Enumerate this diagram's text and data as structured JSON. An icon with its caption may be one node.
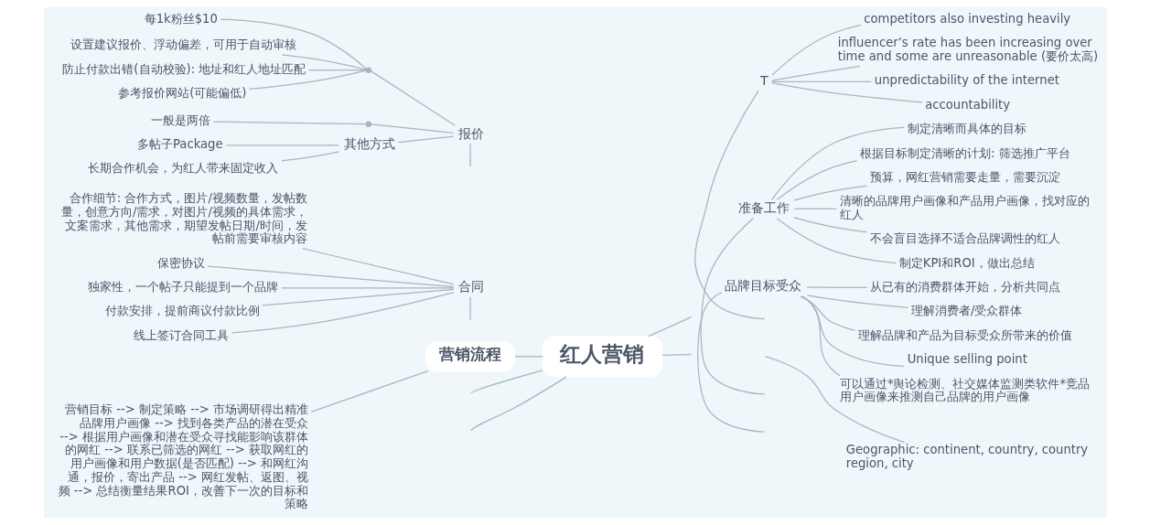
{
  "diagram": {
    "nodes": [
      {
        "text": [
          "每1k粉丝$10"
        ]
      },
      {
        "text": [
          "设置建议报价、浮动偏差，可用于自动审核"
        ]
      },
      {
        "text": [
          "防止付款出错(自动校验): 地址和红人地址匹配"
        ]
      },
      {
        "text": [
          "参考报价网站(可能偏低)"
        ]
      },
      {
        "text": [],
        "shape": "point"
      },
      {
        "text": [
          "一般是两倍"
        ]
      },
      {
        "text": [],
        "shape": "point"
      },
      {
        "text": [
          "多帖子Package"
        ]
      },
      {
        "text": [
          "长期合作机会，为红人带来固定收入"
        ]
      },
      {
        "text": [
          "其他方式"
        ]
      },
      {
        "text": [
          "报价"
        ]
      },
      {
        "text": [
          "合作细节: 合作方式，图片/视频数量，发帖数量，创意方向/需求，对图片/视频的具体需求，文案需求，其他需求，期望发帖日期/时间，发帖前需要审核内容"
        ]
      },
      {
        "text": [
          "保密协议"
        ]
      },
      {
        "text": [
          "独家性，一个帖子只能提到一个品牌"
        ]
      },
      {
        "text": [
          "付款安排，提前商议付款比例"
        ]
      },
      {
        "text": [
          "线上签订合同工具"
        ]
      },
      {
        "text": [
          "合同"
        ]
      },
      {
        "text": [
          "营销目标 --> 制定策略 --> 市场调研得出精准品牌用户画像 --> 找到各类产品的潜在受众 --> 根据用户画像和潜在受众寻找能影响该群体的网红 --> 联系已筛选的网红 --> 获取网红的用户画像和用户数据(是否匹配) --> 和网红沟通，报价，寄出产品 --> 网红发帖、返图、视频 --> 总结衡量结果ROI，改善下一次的目标和策略"
        ]
      },
      {
        "text": [
          "营销流程"
        ]
      },
      {
        "text": [
          "红人营销"
        ]
      },
      {
        "text": [
          "T"
        ]
      },
      {
        "text": [
          "competitors also investing heavily"
        ]
      },
      {
        "text": [
          "influencer’s rate has been increasing over time and some are unreasonable (要价太高)"
        ]
      },
      {
        "text": [
          "unpredictability of the internet"
        ]
      },
      {
        "text": [
          "accountability"
        ]
      },
      {
        "text": [
          "准备工作"
        ]
      },
      {
        "text": [
          "制定清晰而具体的目标"
        ]
      },
      {
        "text": [
          "根据目标制定清晰的计划: 筛选推广平台"
        ]
      },
      {
        "text": [
          "预算，网红营销需要走量，需要沉淀"
        ]
      },
      {
        "text": [
          "清晰的品牌用户画像和产品用户画像，找对应的红人"
        ]
      },
      {
        "text": [
          "不会盲目选择不适合品牌调性的红人"
        ]
      },
      {
        "text": [
          "制定KPI和ROI，做出总结"
        ]
      },
      {
        "text": [
          "品牌目标受众"
        ]
      },
      {
        "text": [
          "从已有的消费群体开始，分析共同点"
        ]
      },
      {
        "text": [
          "理解消费者/受众群体"
        ]
      },
      {
        "text": [
          "理解品牌和产品为目标受众所带来的价值"
        ]
      },
      {
        "text": [
          "Unique selling point"
        ]
      },
      {
        "text": [
          "可以通过*舆论检测、社交媒体监测类软件*竞品用户画像来推测自己品牌的用户画像"
        ]
      },
      {
        "text": [
          "Geographic: continent, country, country region, city"
        ]
      }
    ],
    "edges": [
      {
        "from": 0,
        "to": 4,
        "arrow": "none"
      },
      {
        "from": 1,
        "to": 4,
        "arrow": "none"
      },
      {
        "from": 2,
        "to": 4,
        "arrow": "none"
      },
      {
        "from": 3,
        "to": 4,
        "arrow": "none"
      },
      {
        "from": 4,
        "to": 10,
        "arrow": "none"
      },
      {
        "from": 5,
        "to": 6,
        "arrow": "none"
      },
      {
        "from": 6,
        "to": 10,
        "arrow": "none"
      },
      {
        "from": 7,
        "to": 9,
        "arrow": "none"
      },
      {
        "from": 8,
        "to": 9,
        "arrow": "none"
      },
      {
        "from": 9,
        "to": 10,
        "arrow": "none"
      },
      {
        "from": 10,
        "to": null,
        "arrow": "none"
      },
      {
        "from": 11,
        "to": 16,
        "arrow": "none"
      },
      {
        "from": 12,
        "to": 16,
        "arrow": "none"
      },
      {
        "from": 13,
        "to": 16,
        "arrow": "none"
      },
      {
        "from": 14,
        "to": 16,
        "arrow": "none"
      },
      {
        "from": 15,
        "to": 16,
        "arrow": "none"
      },
      {
        "from": 16,
        "to": null,
        "arrow": "none"
      },
      {
        "from": 17,
        "to": 18,
        "arrow": "none"
      },
      {
        "from": 18,
        "to": 19,
        "arrow": "none"
      },
      {
        "from": 19,
        "to": null,
        "arrow": "none"
      },
      {
        "from": 19,
        "to": null,
        "arrow": "none"
      },
      {
        "from": 19,
        "to": null,
        "arrow": "none"
      },
      {
        "from": 19,
        "to": null,
        "arrow": "none"
      },
      {
        "from": null,
        "to": 20,
        "arrow": "none"
      },
      {
        "from": 20,
        "to": 21,
        "arrow": "none"
      },
      {
        "from": 20,
        "to": 22,
        "arrow": "none"
      },
      {
        "from": 20,
        "to": 23,
        "arrow": "none"
      },
      {
        "from": 20,
        "to": 24,
        "arrow": "none"
      },
      {
        "from": null,
        "to": 25,
        "arrow": "none"
      },
      {
        "from": 25,
        "to": 26,
        "arrow": "none"
      },
      {
        "from": 25,
        "to": 27,
        "arrow": "none"
      },
      {
        "from": 25,
        "to": 28,
        "arrow": "none"
      },
      {
        "from": 25,
        "to": 29,
        "arrow": "none"
      },
      {
        "from": 25,
        "to": 30,
        "arrow": "none"
      },
      {
        "from": 25,
        "to": 31,
        "arrow": "none"
      },
      {
        "from": null,
        "to": 32,
        "arrow": "none"
      },
      {
        "from": 32,
        "to": 33,
        "arrow": "none"
      },
      {
        "from": 32,
        "to": 34,
        "arrow": "none"
      },
      {
        "from": 32,
        "to": 35,
        "arrow": "none"
      },
      {
        "from": 32,
        "to": 36,
        "arrow": "none"
      },
      {
        "from": 32,
        "to": 37,
        "arrow": "none"
      },
      {
        "from": null,
        "to": 38,
        "arrow": "none"
      }
    ]
  }
}
